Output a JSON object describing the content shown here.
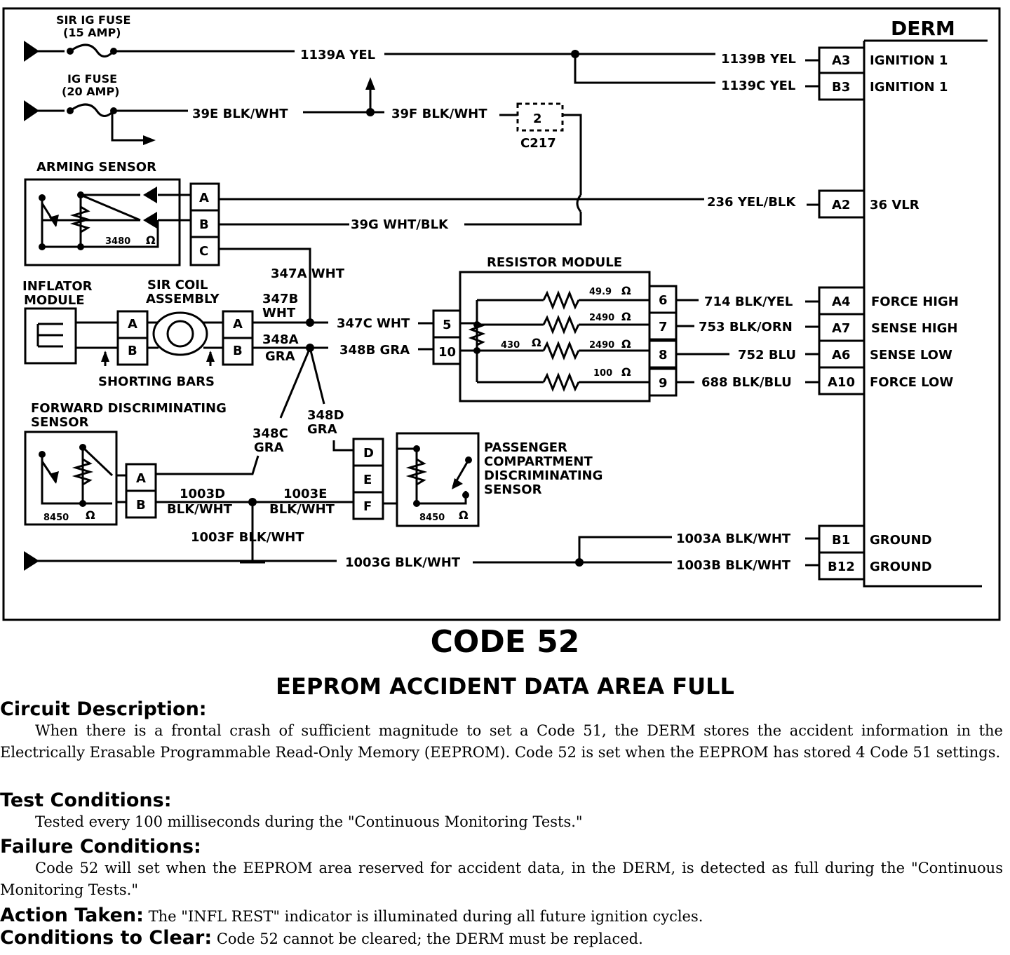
{
  "diagram": {
    "derm_title": "DERM",
    "fuse1": {
      "l1": "SIR IG FUSE",
      "l2": "(15 AMP)"
    },
    "fuse2": {
      "l1": "IG FUSE",
      "l2": "(20 AMP)"
    },
    "wires": {
      "w1139a": "1139A YEL",
      "w1139b": "1139B YEL",
      "w1139c": "1139C YEL",
      "w39e": "39E BLK/WHT",
      "w39f": "39F BLK/WHT",
      "w236": "236 YEL/BLK",
      "w39g": "39G WHT/BLK",
      "w347a": "347A WHT",
      "w347b_1": "347B",
      "w347b_2": "WHT",
      "w348a_1": "348A",
      "w348a_2": "GRA",
      "w347c": "347C WHT",
      "w348b": "348B GRA",
      "w348c_1": "348C",
      "w348c_2": "GRA",
      "w348d_1": "348D",
      "w348d_2": "GRA",
      "w714": "714 BLK/YEL",
      "w753": "753 BLK/ORN",
      "w752": "752 BLU",
      "w688": "688 BLK/BLU",
      "w1003d_1": "1003D",
      "w1003d_2": "BLK/WHT",
      "w1003e_1": "1003E",
      "w1003e_2": "BLK/WHT",
      "w1003f": "1003F BLK/WHT",
      "w1003g": "1003G BLK/WHT",
      "w1003a": "1003A BLK/WHT",
      "w1003b": "1003B BLK/WHT"
    },
    "connector_c217": {
      "pin": "2",
      "name": "C217"
    },
    "derm_pins": [
      {
        "pin": "A3",
        "label": "IGNITION 1"
      },
      {
        "pin": "B3",
        "label": "IGNITION 1"
      },
      {
        "pin": "A2",
        "label": "36 VLR"
      },
      {
        "pin": "A4",
        "label": "FORCE HIGH"
      },
      {
        "pin": "A7",
        "label": "SENSE HIGH"
      },
      {
        "pin": "A6",
        "label": "SENSE LOW"
      },
      {
        "pin": "A10",
        "label": "FORCE LOW"
      },
      {
        "pin": "B1",
        "label": "GROUND"
      },
      {
        "pin": "B12",
        "label": "GROUND"
      }
    ],
    "arming_sensor": {
      "label": "ARMING SENSOR",
      "resistance": "3480",
      "ohm": "Ω",
      "pins": [
        "A",
        "B",
        "C"
      ]
    },
    "resistor_module": {
      "label": "RESISTOR MODULE",
      "center_value": "430",
      "values": [
        "49.9",
        "2490",
        "2490",
        "100"
      ],
      "ohm": "Ω",
      "left_pins": [
        "5",
        "10"
      ],
      "right_pins": [
        "6",
        "7",
        "8",
        "9"
      ]
    },
    "inflator": {
      "l1": "INFLATOR",
      "l2": "MODULE",
      "pins": [
        "A",
        "B"
      ]
    },
    "sir_coil": {
      "l1": "SIR COIL",
      "l2": "ASSEMBLY",
      "pins": [
        "A",
        "B"
      ]
    },
    "shorting_bars": "SHORTING BARS",
    "forward_sensor": {
      "l1": "FORWARD DISCRIMINATING",
      "l2": "SENSOR",
      "resistance": "8450",
      "ohm": "Ω",
      "pins": [
        "A",
        "B"
      ]
    },
    "passenger_sensor": {
      "l1": "PASSENGER",
      "l2": "COMPARTMENT",
      "l3": "DISCRIMINATING",
      "l4": "SENSOR",
      "resistance": "8450",
      "ohm": "Ω",
      "pins": [
        "D",
        "E",
        "F"
      ]
    }
  },
  "code_title": "CODE 52",
  "code_subtitle": "EEPROM ACCIDENT DATA AREA FULL",
  "sections": {
    "circuit_heading": "Circuit Description:",
    "circuit_text": "When there is a frontal crash of sufficient magnitude to set a Code 51, the DERM stores the accident information in the Electrically Erasable Programmable Read-Only Memory (EEPROM). Code 52 is set when the EEPROM has stored 4 Code 51 settings.",
    "test_heading": "Test Conditions:",
    "test_text": "Tested every 100 milliseconds during the \"Continuous Monitoring Tests.\"",
    "failure_heading": "Failure Conditions:",
    "failure_text": "Code 52 will set when the EEPROM area reserved for accident data, in the DERM, is detected as full during the \"Continuous Monitoring Tests.\"",
    "action_heading": "Action Taken:",
    "action_text": "The \"INFL REST\" indicator is illuminated during all future ignition cycles.",
    "clear_heading": "Conditions to Clear:",
    "clear_text": "Code 52 cannot be cleared; the DERM must be replaced."
  }
}
